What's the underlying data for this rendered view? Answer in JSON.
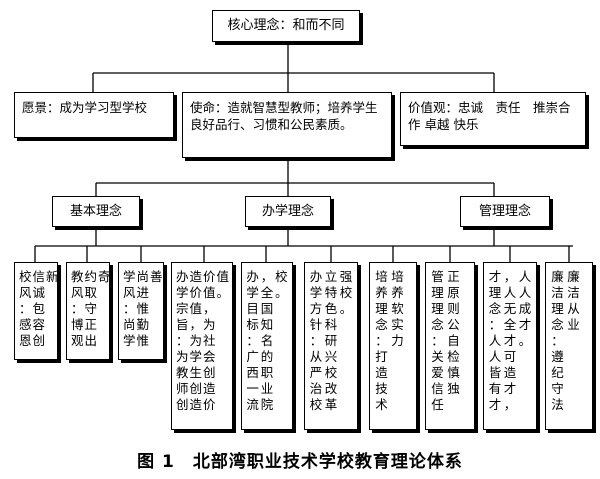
{
  "core": {
    "label": "核心理念：和而不同"
  },
  "top_row": [
    {
      "name": "vision-box",
      "text": "愿景：成为学习型学校"
    },
    {
      "name": "mission-box",
      "text": "使命：造就智慧型教师；培养学生良好品行、习惯和公民素质。"
    },
    {
      "name": "values-box",
      "text": "价值观：忠诚　责任　推崇合作 卓越 快乐"
    }
  ],
  "categories": [
    {
      "name": "category-basic",
      "label": "基本理念"
    },
    {
      "name": "category-school-running",
      "label": "办学理念"
    },
    {
      "name": "category-management",
      "label": "管理理念"
    }
  ],
  "leaves": [
    {
      "name": "leaf-school-spirit",
      "text": "校风：感恩信诚包容创新"
    },
    {
      "name": "leaf-teaching-style",
      "text": "教风：博观约取守正出奇"
    },
    {
      "name": "leaf-study-style",
      "text": "学风：尚学尚进惟勤惟善"
    },
    {
      "name": "leaf-purpose",
      "text": "办学宗旨：为教师创造价值，为学生创造价值，为社会创造价值。"
    },
    {
      "name": "leaf-goal",
      "text": "办学目标：广西一流，全国知名的职业院校。"
    },
    {
      "name": "leaf-policy",
      "text": "办学方针：从严治校立特色科研兴校改革强校。"
    },
    {
      "name": "leaf-cultivation",
      "text": "培养理念：打造技术培养软实力"
    },
    {
      "name": "leaf-management",
      "text": "管理理念：关爱信任正原则公自检慎独"
    },
    {
      "name": "leaf-talent",
      "text": "才理念：人人皆有才，人无全才可造才，人人成才。"
    },
    {
      "name": "leaf-integrity",
      "text": "廉洁理念：遵纪守法廉洁从业"
    }
  ],
  "caption": "图 1　北部湾职业技术学校教育理论体系"
}
